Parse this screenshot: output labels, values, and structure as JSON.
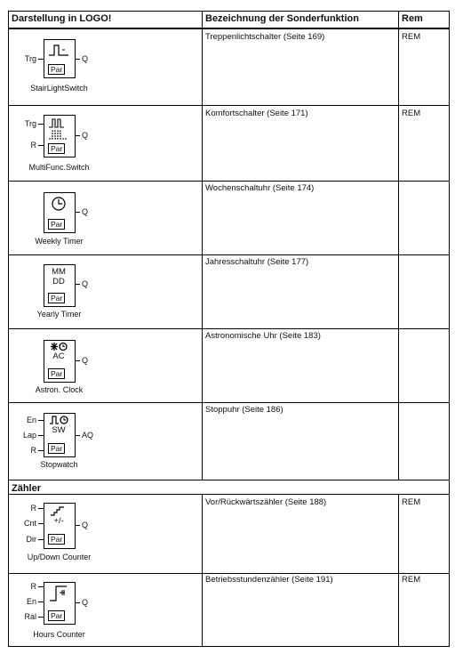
{
  "table": {
    "headers": {
      "col1": "Darstellung in LOGO!",
      "col2": "Bezeichnung der Sonderfunktion",
      "col3": "Rem"
    },
    "section_counters": "Zähler",
    "rows": [
      {
        "caption": "StairLightSwitch",
        "desc": "Treppenlichtschalter (Seite 169)",
        "rem": "REM",
        "inputs": [
          "Trg"
        ],
        "output": "Q",
        "par": "Par",
        "symbol_text": ""
      },
      {
        "caption": "MultiFunc.Switch",
        "desc": "Komfortschalter (Seite 171)",
        "rem": "REM",
        "inputs": [
          "Trg",
          "R"
        ],
        "output": "Q",
        "par": "Par",
        "symbol_text": ""
      },
      {
        "caption": "Weekly Timer",
        "desc": "Wochenschaltuhr (Seite 174)",
        "rem": "",
        "inputs": [],
        "output": "Q",
        "par": "Par",
        "symbol_text": ""
      },
      {
        "caption": "Yearly Timer",
        "desc": "Jahresschaltuhr (Seite 177)",
        "rem": "",
        "inputs": [],
        "output": "Q",
        "par": "Par",
        "symbol_text": "MM",
        "symbol_text2": "DD"
      },
      {
        "caption": "Astron. Clock",
        "desc": "Astronomische Uhr (Seite 183)",
        "rem": "",
        "inputs": [],
        "output": "Q",
        "par": "Par",
        "symbol_text": "AC"
      },
      {
        "caption": "Stopwatch",
        "desc": "Stoppuhr (Seite 186)",
        "rem": "",
        "inputs": [
          "En",
          "Lap",
          "R"
        ],
        "output": "AQ",
        "par": "Par",
        "symbol_text": "SW"
      },
      {
        "caption": "Up/Down Counter",
        "desc": "Vor/Rückwärtszähler (Seite 188)",
        "rem": "REM",
        "inputs": [
          "R",
          "Cnt",
          "Dir"
        ],
        "output": "Q",
        "par": "Par",
        "symbol_text": "+/-"
      },
      {
        "caption": "Hours Counter",
        "desc": "Betriebsstundenzähler (Seite 191)",
        "rem": "REM",
        "inputs": [
          "R",
          "En",
          "Ral"
        ],
        "output": "Q",
        "par": "Par",
        "symbol_text": ""
      }
    ]
  }
}
